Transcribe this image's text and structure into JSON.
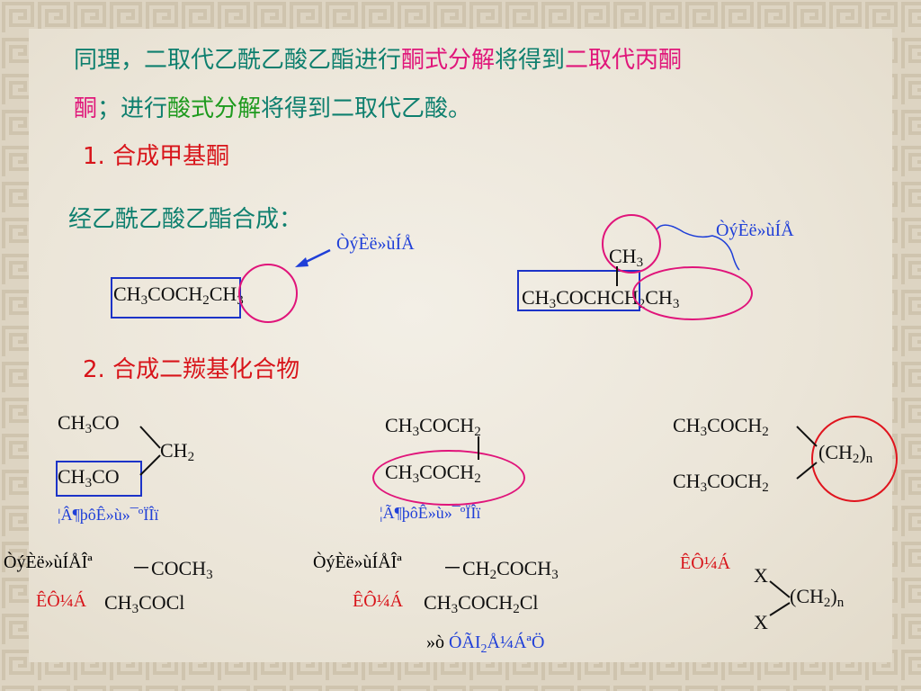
{
  "heading": {
    "p1": "同理，二取代乙酰乙酸乙酯进行",
    "p2": "酮式分解",
    "p3": "将得到",
    "p4": "二取代丙酮",
    "p5": "；进行",
    "p6": "酸式分解",
    "p7": "将得到二取代乙酸。",
    "line2_prefix": "酮"
  },
  "section1": {
    "title": "1.  合成甲基酮",
    "subtitle": "经乙酰乙酸乙酯合成：",
    "label_a": "ÒýÈë»ùÍÅ",
    "label_b": "ÒýÈë»ùÍÅ",
    "f1": {
      "a": "CH",
      "a_sub": "3",
      "b": "COCH",
      "b_sub": "2",
      "c": "CH",
      "c_sub": "3"
    },
    "f2_top": {
      "a": "CH",
      "a_sub": "3"
    },
    "f2": {
      "a": "CH",
      "a_sub": "3",
      "b": "COCH",
      "c": "CH",
      "c_sub": "2",
      "d": "CH",
      "d_sub": "3"
    }
  },
  "section2": {
    "title": "2.  合成二羰基化合物",
    "col1": {
      "top": {
        "a": "CH",
        "a_sub": "3",
        "b": "CO"
      },
      "mid": {
        "a": "CH",
        "a_sub": "2"
      },
      "bot": {
        "a": "CH",
        "a_sub": "3",
        "b": "CO"
      },
      "caption": "¦Â¶þôÊ»ù»¯ºÏÎï",
      "intro": "ÒýÈë»ùÍÅÎª",
      "intro_group": "－COCH",
      "intro_group_sub": "3",
      "reagent_label": "ÊÔ¼Á",
      "reagent": "CH",
      "reagent_sub": "3",
      "reagent_tail": "COCl"
    },
    "col2": {
      "top": {
        "a": "CH",
        "a_sub": "3",
        "b": "COCH",
        "b_sub": "2"
      },
      "bot": {
        "a": "CH",
        "a_sub": "3",
        "b": "COCH",
        "b_sub": "2"
      },
      "caption": "¦Ã¶þôÊ»ù»¯ºÏÎï",
      "intro": "ÒýÈë»ùÍÅÎª",
      "intro_group": "－CH",
      "intro_group_sub": "2",
      "intro_group_tail": "COCH",
      "intro_group_tail_sub": "3",
      "reagent_label": "ÊÔ¼Á",
      "reagent": "CH",
      "reagent_sub": "3",
      "reagent_mid": "COCH",
      "reagent_mid_sub": "2",
      "reagent_tail": "Cl",
      "extra_prefix": "»ò",
      "extra": "ÓÃI",
      "extra_sub": "2",
      "extra_tail": "Å¼ÁªÖ"
    },
    "col3": {
      "top": {
        "a": "CH",
        "a_sub": "3",
        "b": "COCH",
        "b_sub": "2"
      },
      "bot": {
        "a": "CH",
        "a_sub": "3",
        "b": "COCH",
        "b_sub": "2"
      },
      "ring": {
        "a": "(CH",
        "a_sub": "2",
        "b": ")",
        "n": "n"
      },
      "reagent_label": "ÊÔ¼Á",
      "x1": "X",
      "x2": "X",
      "ring2": {
        "a": "(CH",
        "a_sub": "2",
        "b": ")",
        "n": "n"
      }
    }
  },
  "colors": {
    "teal": "#0e7f6e",
    "pink": "#e0167a",
    "green": "#1e9a1e",
    "red": "#d8141a",
    "blue": "#1f3fd8"
  }
}
